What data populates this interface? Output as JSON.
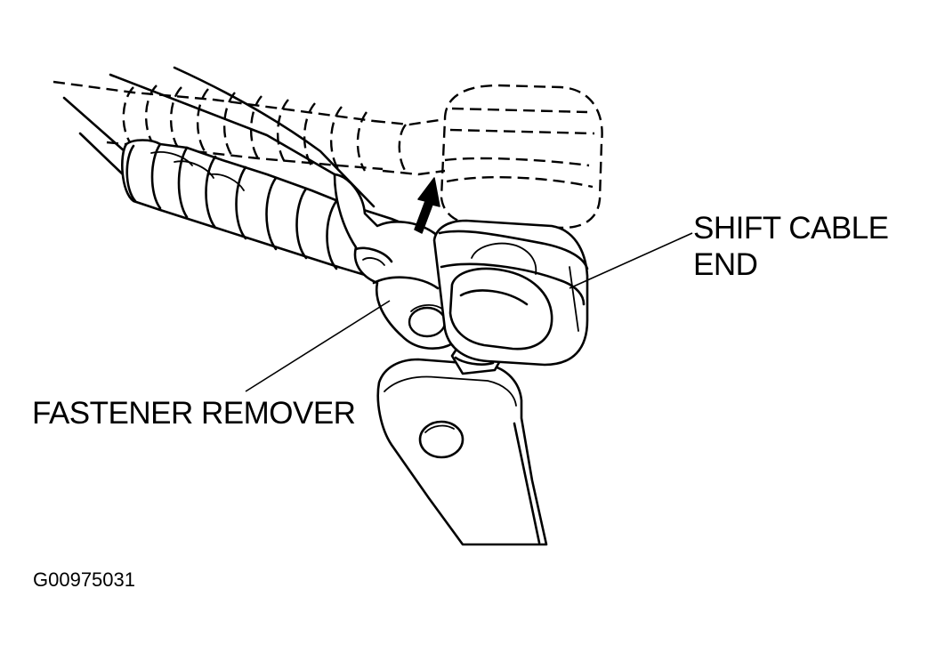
{
  "labels": {
    "shift_cable_end_line1": "SHIFT CABLE",
    "shift_cable_end_line2": "END",
    "fastener_remover": "FASTENER REMOVER"
  },
  "figure_id": "G00975031",
  "icons": {
    "direction_arrow": "up-arrow-icon"
  },
  "colors": {
    "ink": "#000000",
    "background": "#ffffff"
  }
}
